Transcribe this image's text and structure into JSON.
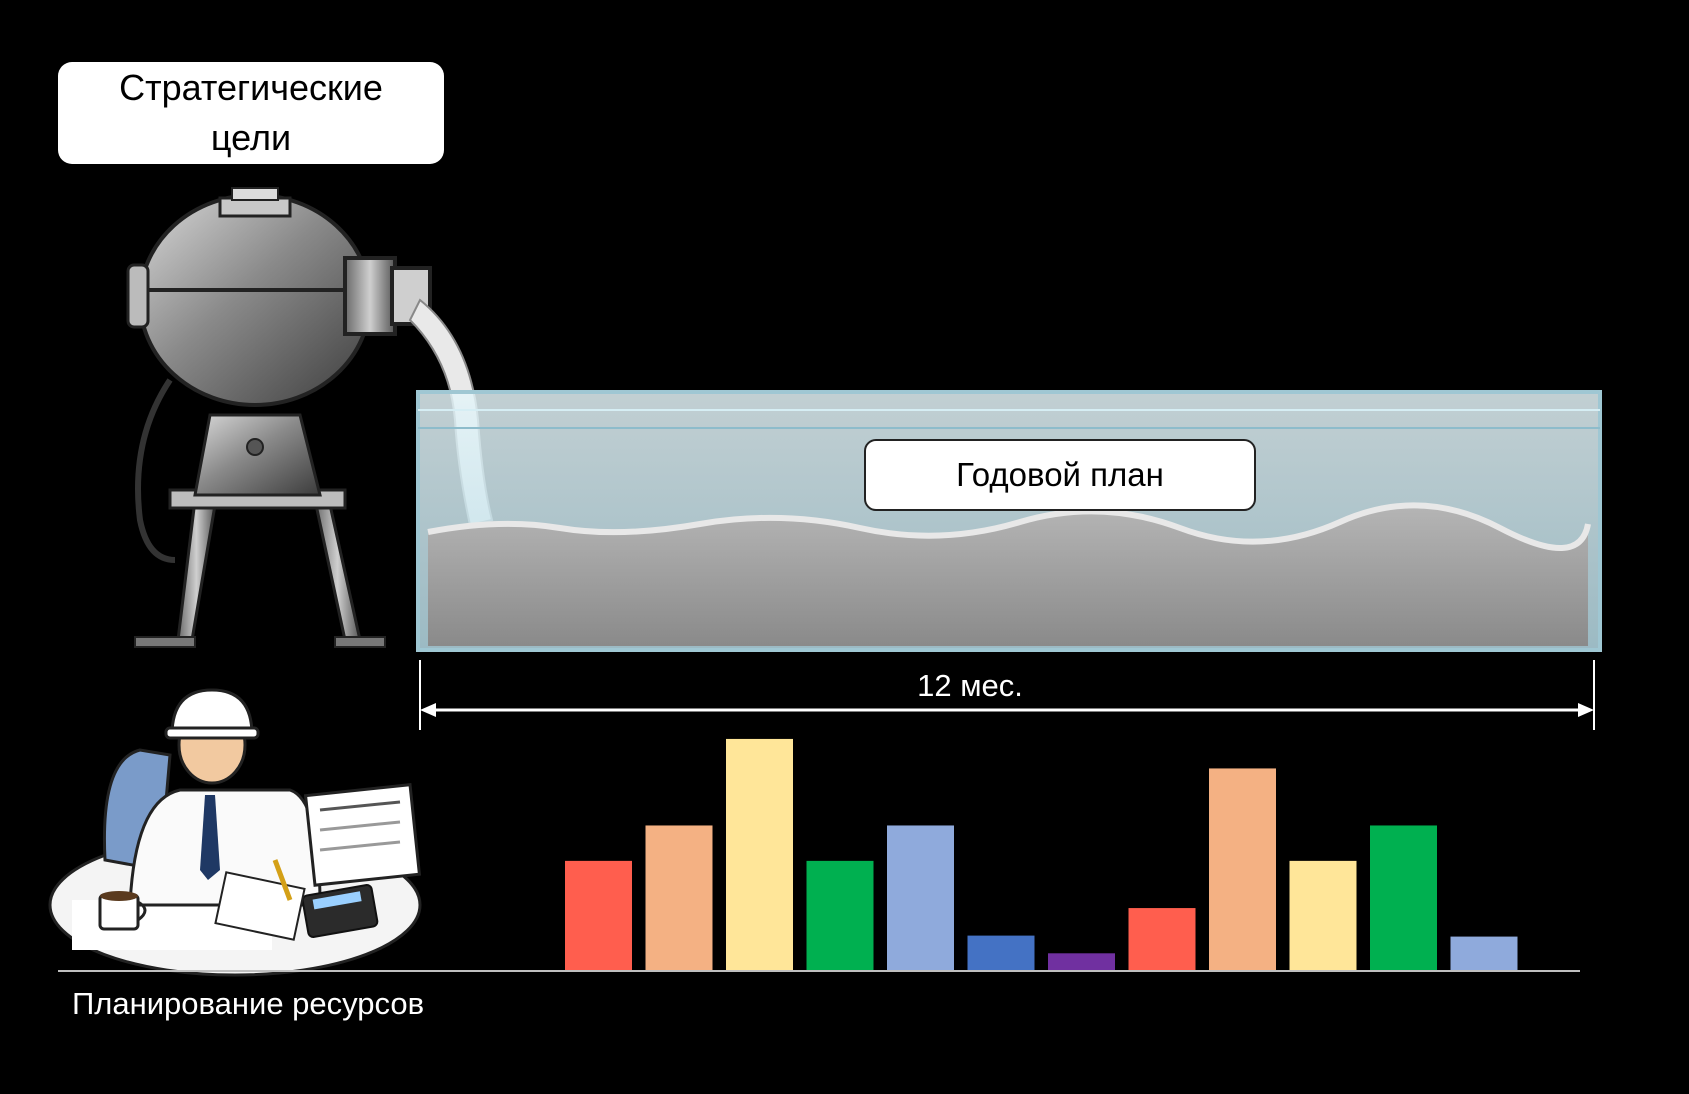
{
  "labels": {
    "goals_line1": "Стратегические",
    "goals_line2": "цели",
    "annual_plan": "Годовой план",
    "duration": "12 мес.",
    "resource_planning": "Планирование ресурсов"
  },
  "chart_data": {
    "type": "bar",
    "values": [
      112,
      148,
      236,
      112,
      148,
      36,
      18,
      64,
      206,
      112,
      148,
      35
    ],
    "colors": [
      "#FF5E4E",
      "#F4B183",
      "#FFE699",
      "#00B050",
      "#8FAADC",
      "#4472C4",
      "#7030A0",
      "#FF5E4E",
      "#F4B183",
      "#FFE699",
      "#00B050",
      "#8FAADC"
    ],
    "ylim": [
      0,
      240
    ]
  },
  "colors": {
    "background": "#000000",
    "water": "#CDEAF2",
    "sediment": "#9E9E9E"
  }
}
